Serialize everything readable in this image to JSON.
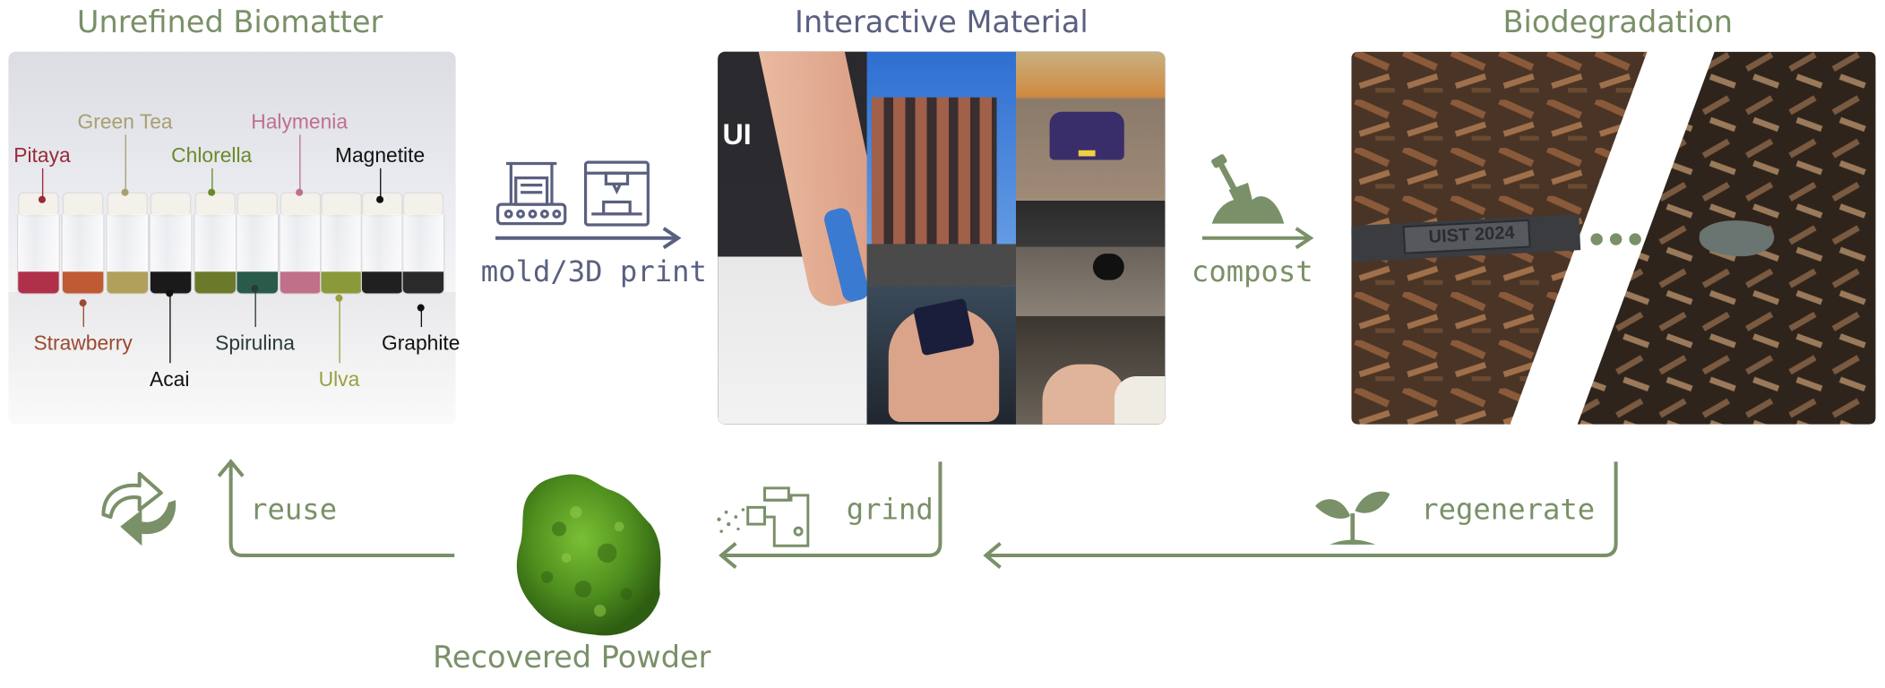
{
  "headings": {
    "unrefined": "Unrefined Biomatter",
    "interactive": "Interactive Material",
    "biodegradation": "Biodegradation",
    "recovered": "Recovered Powder"
  },
  "biomatter": {
    "top_labels": [
      {
        "text": "Pitaya",
        "color": "#9a2a3a"
      },
      {
        "text": "Green Tea",
        "color": "#a8a070"
      },
      {
        "text": "Chlorella",
        "color": "#6a8a2a"
      },
      {
        "text": "Halymenia",
        "color": "#c0708a"
      },
      {
        "text": "Magnetite",
        "color": "#111111"
      }
    ],
    "bottom_labels": [
      {
        "text": "Strawberry",
        "color": "#9a4a30"
      },
      {
        "text": "Acai",
        "color": "#111111"
      },
      {
        "text": "Spirulina",
        "color": "#2a3a3a"
      },
      {
        "text": "Ulva",
        "color": "#9aa040"
      },
      {
        "text": "Graphite",
        "color": "#111111"
      }
    ]
  },
  "process": {
    "mold_print": "mold/3D print",
    "compost": "compost",
    "regenerate": "regenerate",
    "grind": "grind",
    "reuse": "reuse"
  },
  "photos": {
    "ui_text": "UI",
    "badge_text": "UIST 2024"
  },
  "colors": {
    "navy": "#5a6080",
    "sage": "#7a9068",
    "powder": "#5aa02a"
  },
  "icons": [
    "factory-icon",
    "3d-printer-icon",
    "shovel-compost-icon",
    "ellipsis-icon",
    "sprout-icon",
    "meat-grinder-icon",
    "recycle-icon"
  ]
}
